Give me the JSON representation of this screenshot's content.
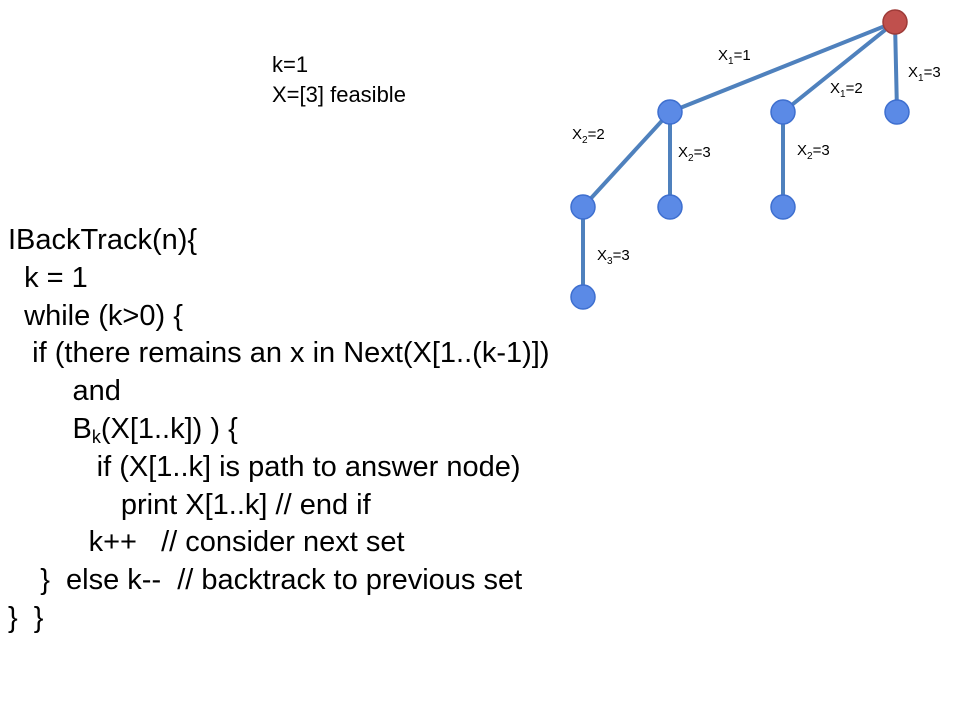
{
  "status": {
    "line1": "k=1",
    "line2": "X=[3] feasible"
  },
  "code": {
    "lines": [
      {
        "indent": "",
        "parts": [
          {
            "t": "IBackTrack(n){"
          }
        ]
      },
      {
        "indent": "  ",
        "parts": [
          {
            "t": "k = 1"
          }
        ]
      },
      {
        "indent": "  ",
        "parts": [
          {
            "t": "while (k>0) {"
          }
        ]
      },
      {
        "indent": "   ",
        "parts": [
          {
            "t": "if (there remains an x in Next(X[1..(k-1)])"
          }
        ]
      },
      {
        "indent": "        ",
        "parts": [
          {
            "t": "and"
          }
        ]
      },
      {
        "indent": "        ",
        "parts": [
          {
            "t": "B"
          },
          {
            "t": "k",
            "sub": true
          },
          {
            "t": "(X[1..k]) ) {"
          }
        ]
      },
      {
        "indent": "           ",
        "parts": [
          {
            "t": "if (X[1..k] is path to answer node)"
          }
        ]
      },
      {
        "indent": "              ",
        "parts": [
          {
            "t": "print X[1..k] // end if"
          }
        ]
      },
      {
        "indent": "          ",
        "parts": [
          {
            "t": "k++   // consider next set"
          }
        ]
      },
      {
        "indent": "    ",
        "parts": [
          {
            "t": "}  else k--  // backtrack to previous set"
          }
        ]
      },
      {
        "indent": "",
        "parts": [
          {
            "t": "}  }"
          }
        ]
      }
    ]
  },
  "tree": {
    "colors": {
      "node": "#5b8ae6",
      "node_stroke": "#3e6fcf",
      "root": "#c0504d",
      "root_stroke": "#9e3b38",
      "edge": "#4f81bd"
    },
    "nodes": [
      {
        "id": "root",
        "kind": "root"
      },
      {
        "id": "n1",
        "kind": "node"
      },
      {
        "id": "n2",
        "kind": "node"
      },
      {
        "id": "n3",
        "kind": "node"
      },
      {
        "id": "n11",
        "kind": "node"
      },
      {
        "id": "n12",
        "kind": "node"
      },
      {
        "id": "n21",
        "kind": "node"
      },
      {
        "id": "n111",
        "kind": "node"
      }
    ],
    "edges": [
      {
        "from": "root",
        "to": "n1",
        "var": "X",
        "sub": "1",
        "val": "=1"
      },
      {
        "from": "root",
        "to": "n2",
        "var": "X",
        "sub": "1",
        "val": "=2"
      },
      {
        "from": "root",
        "to": "n3",
        "var": "X",
        "sub": "1",
        "val": "=3"
      },
      {
        "from": "n1",
        "to": "n11",
        "var": "X",
        "sub": "2",
        "val": "=2"
      },
      {
        "from": "n1",
        "to": "n12",
        "var": "X",
        "sub": "2",
        "val": "=3"
      },
      {
        "from": "n2",
        "to": "n21",
        "var": "X",
        "sub": "2",
        "val": "=3"
      },
      {
        "from": "n11",
        "to": "n111",
        "var": "X",
        "sub": "3",
        "val": "=3"
      }
    ]
  }
}
